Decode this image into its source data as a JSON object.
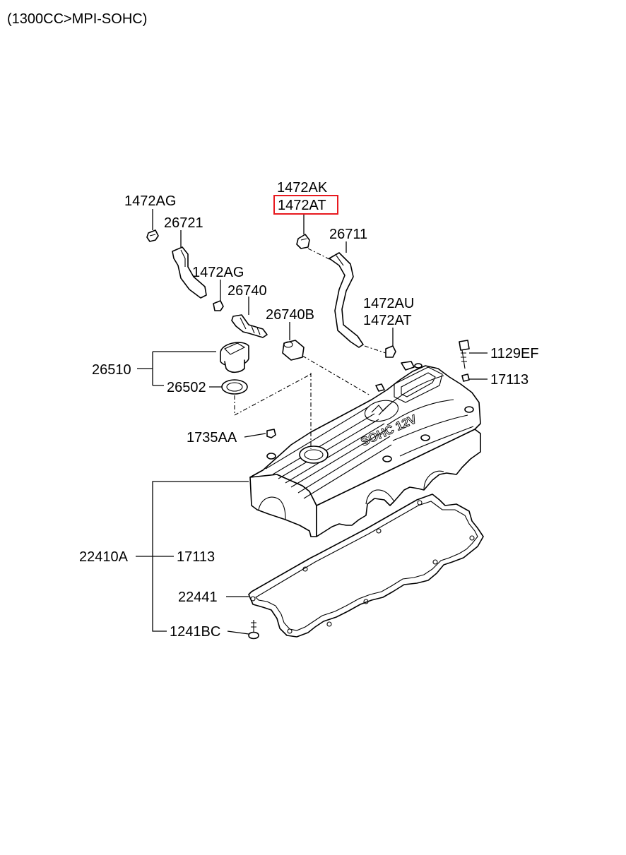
{
  "header": {
    "engine_spec": "(1300CC>MPI-SOHC)"
  },
  "cover_emblem": "SOHC 12V",
  "labels": {
    "p1472AG_top": "1472AG",
    "p26721": "26721",
    "p1472AG_mid": "1472AG",
    "p26740": "26740",
    "p1472AK": "1472AK",
    "p1472AT_top": "1472AT",
    "p26711": "26711",
    "p26740B": "26740B",
    "p1472AU": "1472AU",
    "p1472AT_right": "1472AT",
    "p1129EF": "1129EF",
    "p26510": "26510",
    "p17113_right": "17113",
    "p26502": "26502",
    "p1735AA": "1735AA",
    "p22410A": "22410A",
    "p17113_left": "17113",
    "p22441": "22441",
    "p1241BC": "1241BC"
  },
  "highlight": {
    "part": "1472AT",
    "color": "#e8191f"
  }
}
